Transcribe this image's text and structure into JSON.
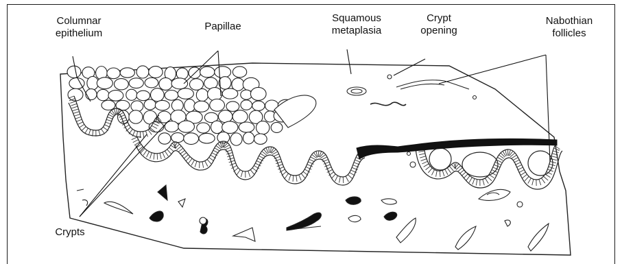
{
  "labels": {
    "columnar": "Columnar\nepithelium",
    "papillae": "Papillae",
    "squamous": "Squamous\nmetaplasia",
    "crypt_opening": "Crypt\nopening",
    "nabothian": "Nabothian\nfollicles",
    "crypts": "Crypts"
  }
}
